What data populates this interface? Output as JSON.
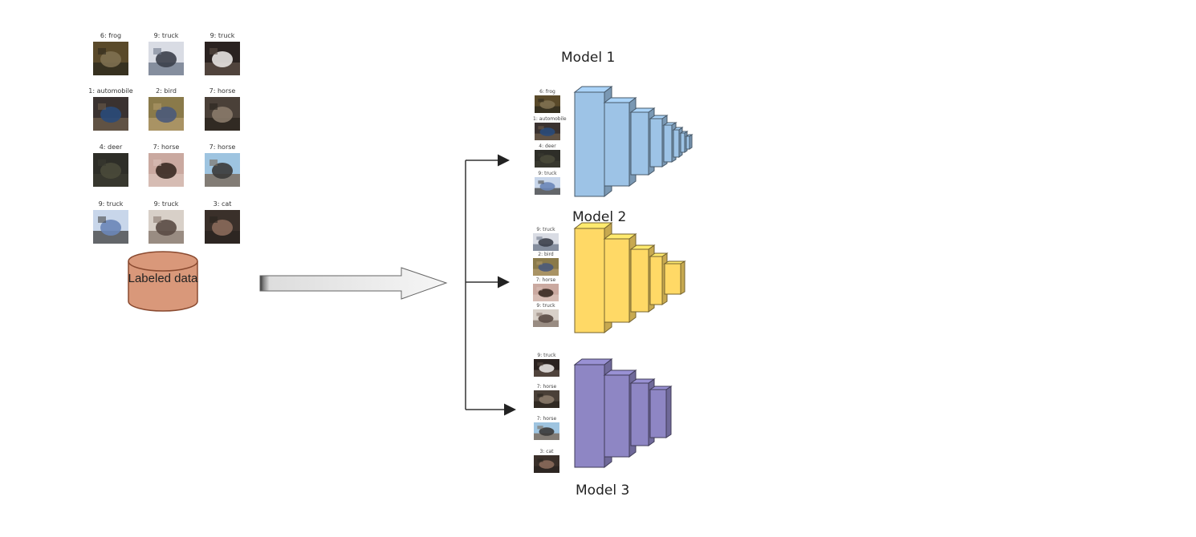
{
  "dataset": {
    "images": [
      {
        "label": "6: frog",
        "icon": "frog-photo",
        "colors": [
          "#5a4a2a",
          "#7e7050",
          "#2e2a1e"
        ]
      },
      {
        "label": "9: truck",
        "icon": "truck-photo",
        "colors": [
          "#d9dce4",
          "#3b3f4a",
          "#6f7a8c"
        ]
      },
      {
        "label": "9: truck",
        "icon": "truck-photo",
        "colors": [
          "#2a2220",
          "#e6e2e0",
          "#5a4c44"
        ]
      },
      {
        "label": "1: automobile",
        "icon": "automobile-photo",
        "colors": [
          "#3a3230",
          "#2a4a7a",
          "#6a5a4a"
        ]
      },
      {
        "label": "2: bird",
        "icon": "bird-photo",
        "colors": [
          "#8a7a4a",
          "#4a5a7a",
          "#b09a6a"
        ]
      },
      {
        "label": "7: horse",
        "icon": "horse-photo",
        "colors": [
          "#4a4038",
          "#8a7a6a",
          "#2a241e"
        ]
      },
      {
        "label": "4: deer",
        "icon": "deer-photo",
        "colors": [
          "#2e2e28",
          "#4a4a3a",
          "#3a3a30"
        ]
      },
      {
        "label": "7: horse",
        "icon": "horse-photo",
        "colors": [
          "#caa9a0",
          "#3a2a22",
          "#d8c0b8"
        ]
      },
      {
        "label": "7: horse",
        "icon": "horse-photo",
        "colors": [
          "#9ec4e0",
          "#3a3a38",
          "#7a6a5a"
        ]
      },
      {
        "label": "9: truck",
        "icon": "truck-photo",
        "colors": [
          "#c8d6ea",
          "#6a86b8",
          "#4a4a4a"
        ]
      },
      {
        "label": "9: truck",
        "icon": "truck-photo",
        "colors": [
          "#d8d0c8",
          "#5a4a44",
          "#8a7a70"
        ]
      },
      {
        "label": "3: cat",
        "icon": "cat-photo",
        "colors": [
          "#3a302a",
          "#8a6a5a",
          "#2a2420"
        ]
      }
    ],
    "storage_label": "Labeled data",
    "storage_color": "#d9987a"
  },
  "models": [
    {
      "title": "Model 1",
      "color": "#9dc3e6",
      "samples": [
        {
          "label": "6: frog",
          "icon": "frog-photo",
          "colors": [
            "#5a4a2a",
            "#7e7050",
            "#2e2a1e"
          ]
        },
        {
          "label": "1: automobile",
          "icon": "automobile-photo",
          "colors": [
            "#3a3230",
            "#2a4a7a",
            "#6a5a4a"
          ]
        },
        {
          "label": "4: deer",
          "icon": "deer-photo",
          "colors": [
            "#2e2e28",
            "#4a4a3a",
            "#3a3a30"
          ]
        },
        {
          "label": "9: truck",
          "icon": "truck-photo",
          "colors": [
            "#c8d6ea",
            "#6a86b8",
            "#4a4a4a"
          ]
        }
      ]
    },
    {
      "title": "Model 2",
      "color": "#ffd966",
      "samples": [
        {
          "label": "9: truck",
          "icon": "truck-photo",
          "colors": [
            "#d9dce4",
            "#3b3f4a",
            "#6f7a8c"
          ]
        },
        {
          "label": "2: bird",
          "icon": "bird-photo",
          "colors": [
            "#8a7a4a",
            "#4a5a7a",
            "#b09a6a"
          ]
        },
        {
          "label": "7: horse",
          "icon": "horse-photo",
          "colors": [
            "#caa9a0",
            "#3a2a22",
            "#d8c0b8"
          ]
        },
        {
          "label": "9: truck",
          "icon": "truck-photo",
          "colors": [
            "#d8d0c8",
            "#5a4a44",
            "#8a7a70"
          ]
        }
      ]
    },
    {
      "title": "Model 3",
      "color": "#8e86c4",
      "samples": [
        {
          "label": "9: truck",
          "icon": "truck-photo",
          "colors": [
            "#2a2220",
            "#e6e2e0",
            "#5a4c44"
          ]
        },
        {
          "label": "7: horse",
          "icon": "horse-photo",
          "colors": [
            "#4a4038",
            "#8a7a6a",
            "#2a241e"
          ]
        },
        {
          "label": "7: horse",
          "icon": "horse-photo",
          "colors": [
            "#9ec4e0",
            "#3a3a38",
            "#7a6a5a"
          ]
        },
        {
          "label": "3: cat",
          "icon": "cat-photo",
          "colors": [
            "#3a302a",
            "#8a6a5a",
            "#2a2420"
          ]
        }
      ]
    }
  ]
}
